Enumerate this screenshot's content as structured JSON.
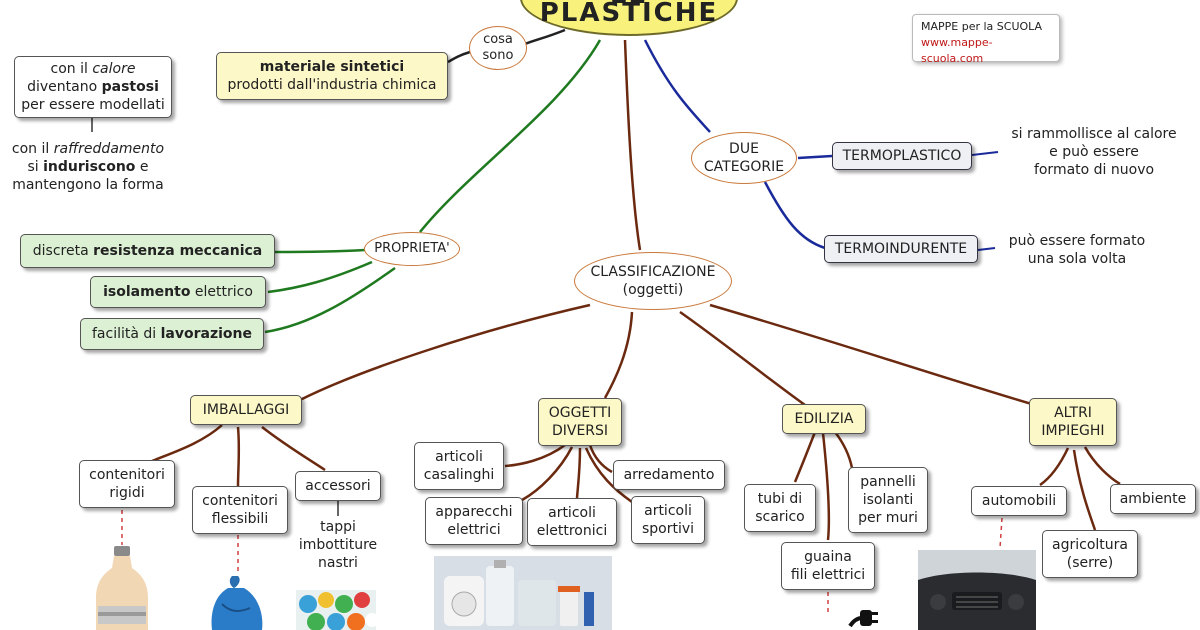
{
  "title": "LE PLASTICHE",
  "credit": {
    "line1": "MAPPE per la SCUOLA",
    "line2": "www.mappe-scuola.com"
  },
  "nodes": {
    "cosa_sono": "cosa\nsono",
    "materiale_line1": "materiale sintetici",
    "materiale_line2": "prodotti dall'industria chimica",
    "calore": {
      "pre": "con il ",
      "calore": "calore",
      "mid": "diventano ",
      "pastosi": "pastosi",
      "post": "per essere modellati"
    },
    "raffreddamento": {
      "pre": "con il ",
      "raff": "raffreddamento",
      "si": "si ",
      "ind": "induriscono",
      "e": " e",
      "post": "mantengono la forma"
    },
    "due_categorie": "DUE\nCATEGORIE",
    "termoplastico": "TERMOPLASTICO",
    "termoplastico_desc": "si rammollisce al calore\ne può essere\nformato di nuovo",
    "termoindurente": "TERMOINDURENTE",
    "termoindurente_desc": "può essere formato\nuna sola volta",
    "proprieta": "PROPRIETA'",
    "prop1": {
      "pre": "discreta ",
      "bold": "resistenza meccanica"
    },
    "prop2": {
      "bold": "isolamento",
      "post": " elettrico"
    },
    "prop3": {
      "pre": "facilità di ",
      "bold": "lavorazione"
    },
    "classificazione": "CLASSIFICAZIONE\n(oggetti)",
    "imballaggi": "IMBALLAGGI",
    "contenitori_rigidi": "contenitori\nrigidi",
    "contenitori_flessibili": "contenitori\nflessibili",
    "accessori": "accessori",
    "accessori_desc": "tappi\nimbottiture\nnastri",
    "oggetti_diversi": "OGGETTI\nDIVERSI",
    "articoli_casalinghi": "articoli\ncasalinghi",
    "arredamento": "arredamento",
    "apparecchi_elettrici": "apparecchi\nelettrici",
    "articoli_elettronici": "articoli\nelettronici",
    "articoli_sportivi": "articoli\nsportivi",
    "edilizia": "EDILIZIA",
    "tubi_scarico": "tubi di\nscarico",
    "pannelli": "pannelli\nisolanti\nper muri",
    "guaina": "guaina\nfili elettrici",
    "altri_impieghi": "ALTRI\nIMPIEGHI",
    "automobili": "automobili",
    "ambiente": "ambiente",
    "agricoltura": "agricoltura\n(serre)"
  }
}
